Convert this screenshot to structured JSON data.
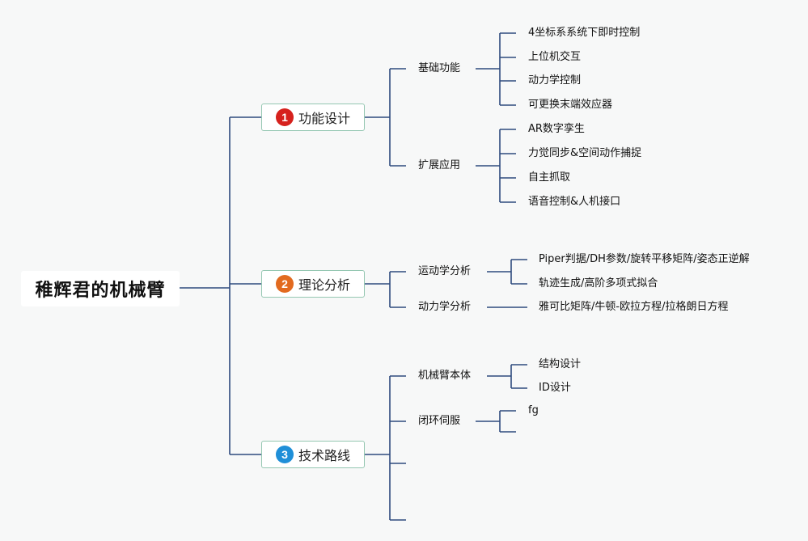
{
  "root": {
    "title": "稚辉君的机械臂"
  },
  "topics": [
    {
      "badge": "1",
      "label": "功能设计",
      "subs": [
        {
          "label": "基础功能",
          "leaves": [
            "4坐标系系统下即时控制",
            "上位机交互",
            "动力学控制",
            "可更换末端效应器"
          ]
        },
        {
          "label": "扩展应用",
          "leaves": [
            "AR数字孪生",
            "力觉同步&空间动作捕捉",
            "自主抓取",
            "语音控制&人机接口"
          ]
        }
      ]
    },
    {
      "badge": "2",
      "label": "理论分析",
      "subs": [
        {
          "label": "运动学分析",
          "leaves": [
            "Piper判据/DH参数/旋转平移矩阵/姿态正逆解",
            "轨迹生成/高阶多项式拟合"
          ]
        },
        {
          "label": "动力学分析",
          "leaves": [
            "雅可比矩阵/牛顿-欧拉方程/拉格朗日方程"
          ]
        }
      ]
    },
    {
      "badge": "3",
      "label": "技术路线",
      "subs": [
        {
          "label": "机械臂本体",
          "leaves": [
            "结构设计",
            "ID设计"
          ]
        },
        {
          "label": "闭环伺服",
          "leaves": [
            "fg",
            ""
          ]
        },
        {
          "label": "",
          "leaves": []
        },
        {
          "label": "",
          "leaves": []
        }
      ]
    }
  ]
}
